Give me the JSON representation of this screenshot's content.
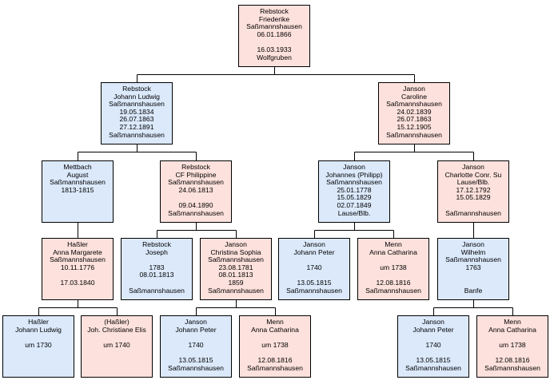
{
  "colors": {
    "male": "#dbe9fb",
    "female": "#fde1dc",
    "border": "#000000"
  },
  "persons": [
    {
      "id": "p0",
      "sex": "female",
      "lines": [
        "Rebstock",
        "Friederike",
        "Saßmannshausen",
        "06.01.1866",
        "",
        "16.03.1933",
        "Wolfgruben"
      ]
    },
    {
      "id": "p1",
      "sex": "male",
      "lines": [
        "Rebstock",
        "Johann Ludwig",
        "Saßmannshausen",
        "19.05.1834",
        "26.07.1863",
        "27.12.1891",
        "Saßmannshausen"
      ]
    },
    {
      "id": "p2",
      "sex": "female",
      "lines": [
        "Janson",
        "Caroline",
        "Saßmannshausen",
        "24.02.1839",
        "26.07.1863",
        "15.12.1905",
        "Saßmannshausen"
      ]
    },
    {
      "id": "p3",
      "sex": "male",
      "lines": [
        "Mettbach",
        "August",
        "Saßmannshausen",
        "1813-1815"
      ]
    },
    {
      "id": "p4",
      "sex": "female",
      "lines": [
        "Rebstock",
        "CF Philippine",
        "Saßmannshausen",
        "24.06.1813",
        "",
        "09.04.1890",
        "Saßmannshausen"
      ]
    },
    {
      "id": "p5",
      "sex": "male",
      "lines": [
        "Janson",
        "Johannes (Philipp)",
        "Saßmannshausen",
        "25.01.1778",
        "15.05.1829",
        "02.07.1849",
        "Lause/Blb."
      ]
    },
    {
      "id": "p6",
      "sex": "female",
      "lines": [
        "Janson",
        "Charlotte Conr. Su",
        "Lause/Blb.",
        "17.12.1792",
        "15.05.1829",
        "",
        "Saßmannshausen"
      ]
    },
    {
      "id": "p7",
      "sex": "female",
      "lines": [
        "Haßler",
        "Anna Margarete",
        "Saßmannshausen",
        "10.11.1776",
        "",
        "17.03.1840"
      ]
    },
    {
      "id": "p8",
      "sex": "male",
      "lines": [
        "Rebstock",
        "Joseph",
        "",
        "1783",
        "08.01.1813",
        "",
        "Saßmannshausen"
      ]
    },
    {
      "id": "p9",
      "sex": "female",
      "lines": [
        "Janson",
        "Christina Sophia",
        "Saßmannshausen",
        "23.08.1781",
        "08.01.1813",
        "1859",
        "Saßmannshausen"
      ]
    },
    {
      "id": "p10",
      "sex": "male",
      "lines": [
        "Janson",
        "Johann Peter",
        "",
        "1740",
        "",
        "13.05.1815",
        "Saßmannshausen"
      ]
    },
    {
      "id": "p11",
      "sex": "female",
      "lines": [
        "Menn",
        "Anna Catharina",
        "",
        "um 1738",
        "",
        "12.08.1816",
        "Saßmannshausen"
      ]
    },
    {
      "id": "p12",
      "sex": "male",
      "lines": [
        "Janson",
        "Wilhelm",
        "Saßmannshausen",
        "1763",
        "",
        "",
        "Banfe"
      ]
    },
    {
      "id": "p13",
      "sex": "male",
      "lines": [
        "Haßler",
        "Johann Ludwig",
        "",
        "um 1730"
      ]
    },
    {
      "id": "p14",
      "sex": "female",
      "lines": [
        "(Haßler)",
        "Joh. Christiane Elis",
        "",
        "um 1740"
      ]
    },
    {
      "id": "p15",
      "sex": "male",
      "lines": [
        "Janson",
        "Johann Peter",
        "",
        "1740",
        "",
        "13.05.1815",
        "Saßmannshausen"
      ]
    },
    {
      "id": "p16",
      "sex": "female",
      "lines": [
        "Menn",
        "Anna Catharina",
        "",
        "um 1738",
        "",
        "12.08.1816",
        "Saßmannshausen"
      ]
    },
    {
      "id": "p17",
      "sex": "male",
      "lines": [
        "Janson",
        "Johann Peter",
        "",
        "1740",
        "",
        "13.05.1815",
        "Saßmannshausen"
      ]
    },
    {
      "id": "p18",
      "sex": "female",
      "lines": [
        "Menn",
        "Anna Catharina",
        "",
        "um 1738",
        "",
        "12.08.1816",
        "Saßmannshausen"
      ]
    }
  ],
  "relations": [
    {
      "child": "p0",
      "parents": [
        "p1",
        "p2"
      ]
    },
    {
      "child": "p1",
      "parents": [
        "p3",
        "p4"
      ]
    },
    {
      "child": "p2",
      "parents": [
        "p5",
        "p6"
      ]
    },
    {
      "child": "p3",
      "parents": [
        "p7"
      ]
    },
    {
      "child": "p4",
      "parents": [
        "p8",
        "p9"
      ]
    },
    {
      "child": "p5",
      "parents": [
        "p10",
        "p11"
      ]
    },
    {
      "child": "p6",
      "parents": [
        "p12"
      ]
    },
    {
      "child": "p7",
      "parents": [
        "p13",
        "p14"
      ]
    },
    {
      "child": "p9",
      "parents": [
        "p15",
        "p16"
      ]
    },
    {
      "child": "p12",
      "parents": [
        "p17",
        "p18"
      ]
    }
  ]
}
